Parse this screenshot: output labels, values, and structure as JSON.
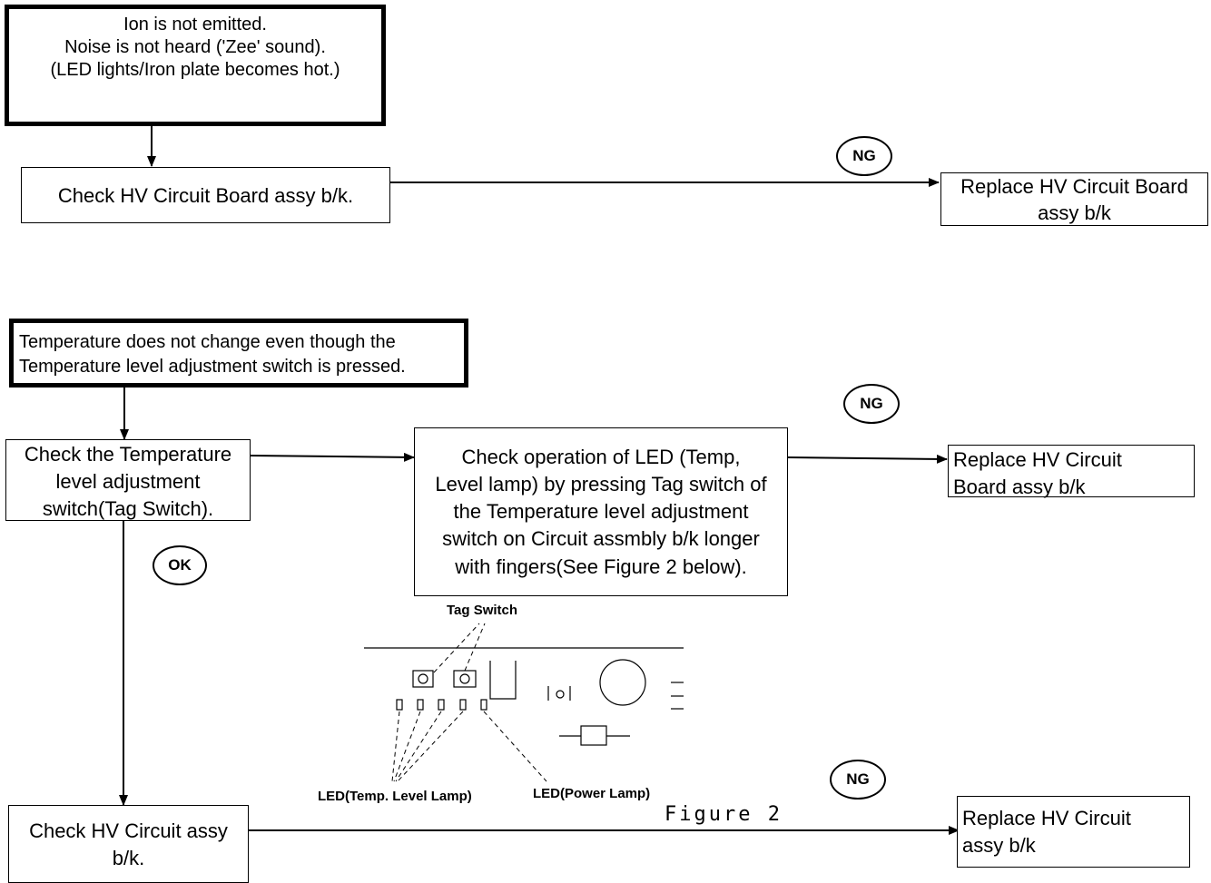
{
  "flow1": {
    "start_text": "Ion is not emitted.\nNoise is not heard ('Zee' sound).\n(LED lights/Iron plate becomes hot.)",
    "check_text": "Check HV Circuit Board assy b/k.",
    "ng_label": "NG",
    "replace_text": "Replace HV Circuit Board\nassy b/k"
  },
  "flow2": {
    "start_text": "Temperature does not change even though the\nTemperature level adjustment switch is pressed.",
    "check_switch_text": "Check the Temperature\nlevel adjustment\nswitch(Tag Switch).",
    "check_led_text": "Check operation of LED (Temp,\nLevel lamp) by pressing Tag switch of\nthe Temperature level adjustment\nswitch on Circuit assmbly b/k longer\nwith fingers(See Figure 2 below).",
    "ng_label_1": "NG",
    "replace_text_1": "Replace HV Circuit\nBoard assy b/k",
    "ok_label": "OK",
    "check_hv_text": "Check HV Circuit assy\nb/k.",
    "ng_label_2": "NG",
    "replace_text_2": "Replace HV Circuit\nassy b/k"
  },
  "figure2": {
    "tag_switch_label": "Tag Switch",
    "led_level_label": "LED(Temp. Level Lamp)",
    "led_power_label": "LED(Power Lamp)",
    "caption": "Figure 2"
  }
}
